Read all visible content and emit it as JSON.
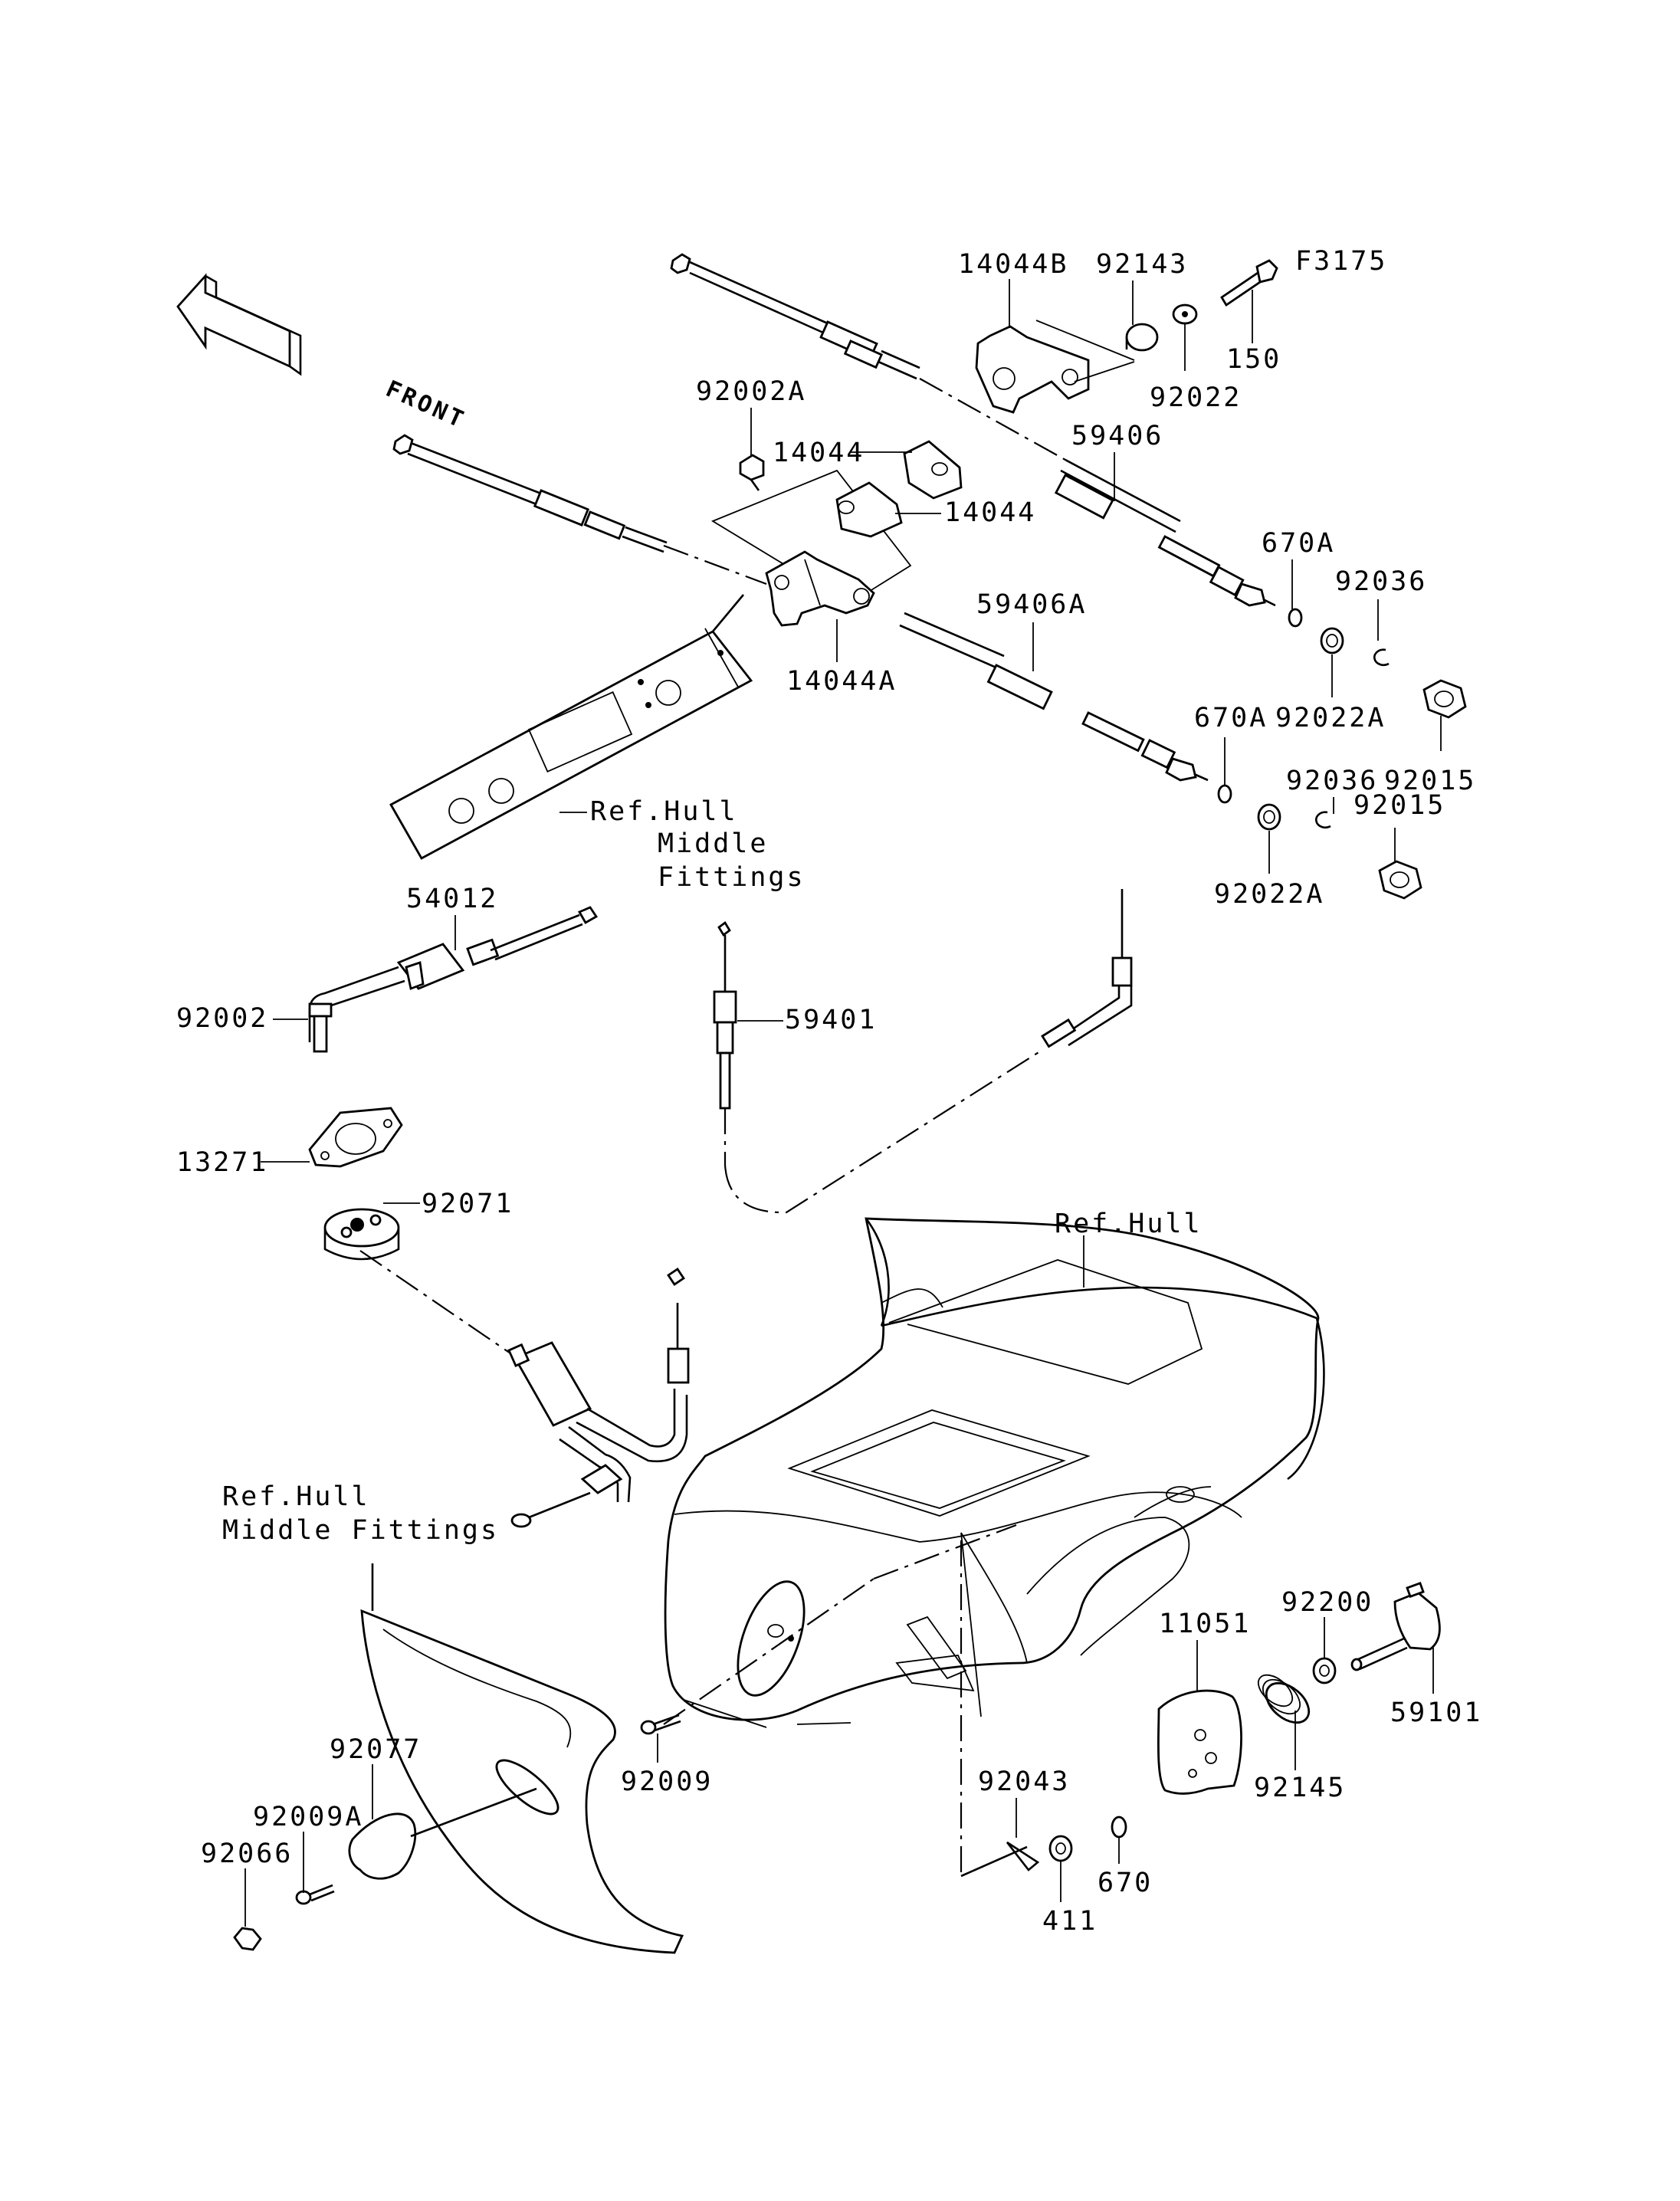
{
  "figure_code": "F3175",
  "front_arrow": "FRONT",
  "colors": {
    "ink": "#000000",
    "paper": "#ffffff"
  },
  "labels": {
    "p14044B": "14044B",
    "p92143": "92143",
    "p150": "150",
    "p92022": "92022",
    "p92002A": "92002A",
    "p14044_top": "14044",
    "p14044_low": "14044",
    "p59406": "59406",
    "p670A_1": "670A",
    "p92036_1": "92036",
    "p59406A": "59406A",
    "p14044A": "14044A",
    "p92022A_1": "92022A",
    "p670A_2": "670A",
    "p92015_1": "92015",
    "p92036_2": "92036",
    "p92015_2": "92015",
    "p92022A_2": "92022A",
    "p54012": "54012",
    "p92002": "92002",
    "p59401": "59401",
    "p13271": "13271",
    "p92071": "92071",
    "p59101": "59101",
    "p11051": "11051",
    "p92200": "92200",
    "p92145": "92145",
    "p92043": "92043",
    "p411": "411",
    "p670": "670",
    "p92009": "92009",
    "p92077": "92077",
    "p92009A": "92009A",
    "p92066": "92066"
  },
  "references": {
    "ref_hull_middle_1": "Ref.Hull",
    "ref_hull_middle_2": "Middle",
    "ref_hull_middle_3": "Fittings",
    "ref_hull": "Ref.Hull",
    "ref_hull_middle_b1": "Ref.Hull",
    "ref_hull_middle_b2": "Middle Fittings"
  }
}
